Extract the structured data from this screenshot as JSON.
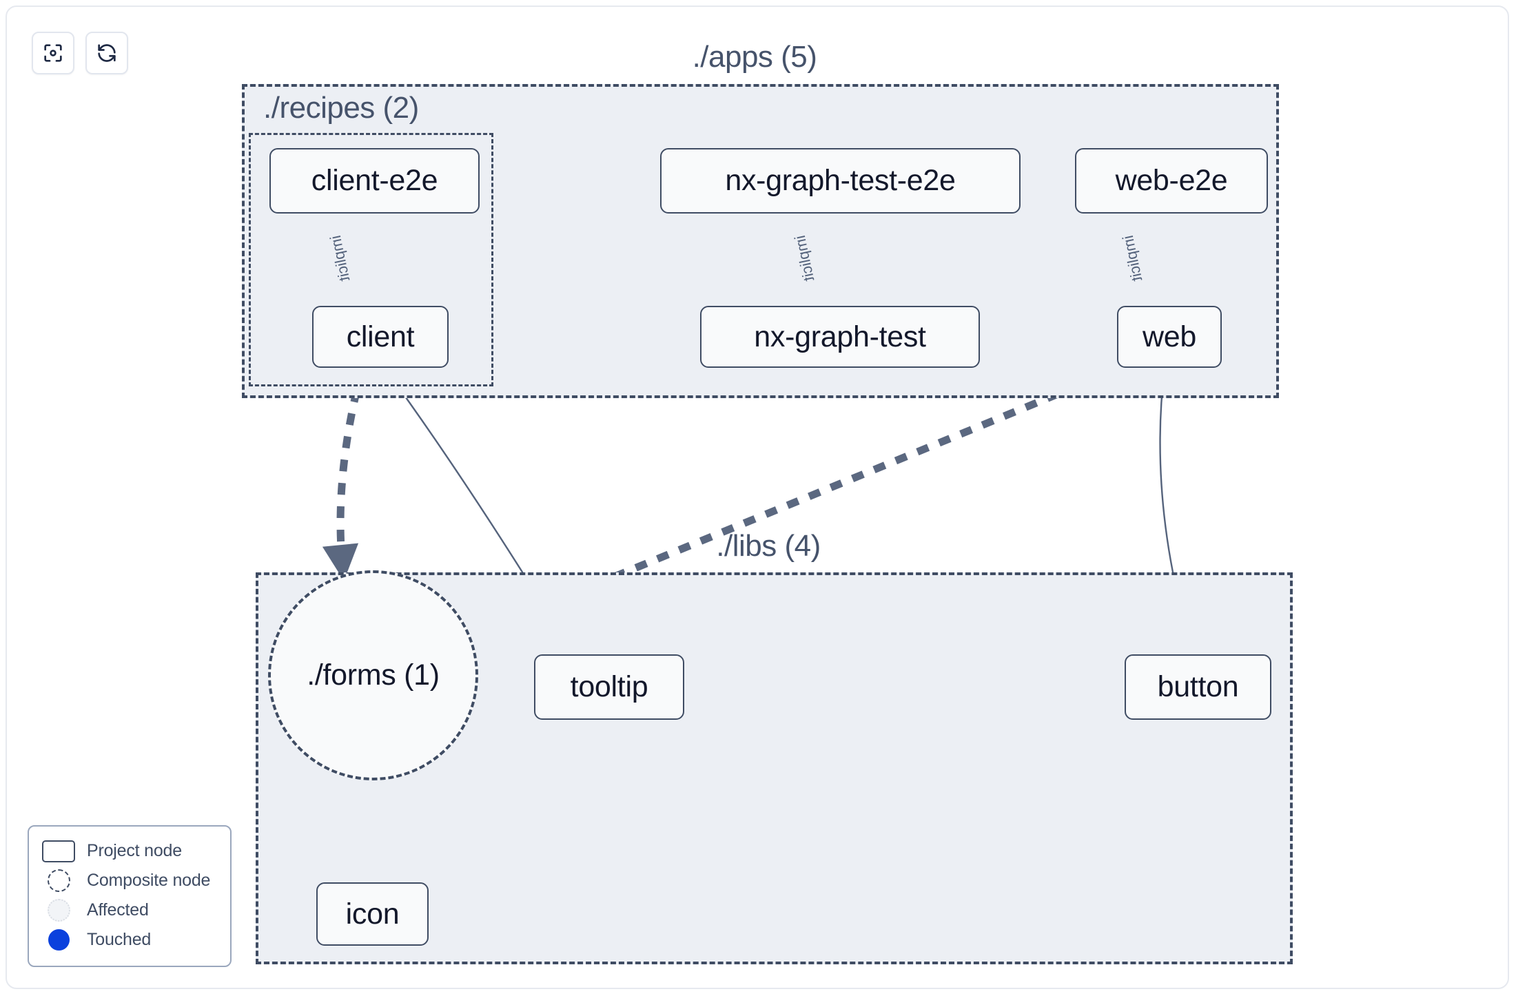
{
  "toolbar": {
    "buttons": [
      {
        "name": "focus-graph-button",
        "icon": "focus-target-icon",
        "label": ""
      },
      {
        "name": "refresh-graph-button",
        "icon": "refresh-icon",
        "label": ""
      }
    ]
  },
  "graph": {
    "groups": [
      {
        "id": "apps",
        "label": "./apps (5)",
        "count": 5
      },
      {
        "id": "recipes",
        "label": "./recipes (2)",
        "count": 2
      },
      {
        "id": "libs",
        "label": "./libs (4)",
        "count": 4
      }
    ],
    "nodes": [
      {
        "id": "client-e2e",
        "label": "client-e2e",
        "type": "project",
        "group": "recipes"
      },
      {
        "id": "client",
        "label": "client",
        "type": "project",
        "group": "recipes"
      },
      {
        "id": "nx-graph-test-e2e",
        "label": "nx-graph-test-e2e",
        "type": "project",
        "group": "apps"
      },
      {
        "id": "nx-graph-test",
        "label": "nx-graph-test",
        "type": "project",
        "group": "apps"
      },
      {
        "id": "web-e2e",
        "label": "web-e2e",
        "type": "project",
        "group": "apps"
      },
      {
        "id": "web",
        "label": "web",
        "type": "project",
        "group": "apps"
      },
      {
        "id": "forms",
        "label": "./forms (1)",
        "type": "composite",
        "group": "libs"
      },
      {
        "id": "tooltip",
        "label": "tooltip",
        "type": "project",
        "group": "libs"
      },
      {
        "id": "button",
        "label": "button",
        "type": "project",
        "group": "libs"
      },
      {
        "id": "icon",
        "label": "icon",
        "type": "project",
        "group": "libs"
      }
    ],
    "edges": [
      {
        "from": "client-e2e",
        "to": "client",
        "label": "implicit",
        "style": "thin-solid"
      },
      {
        "from": "nx-graph-test-e2e",
        "to": "nx-graph-test",
        "label": "implicit",
        "style": "thin-solid"
      },
      {
        "from": "web-e2e",
        "to": "web",
        "label": "implicit",
        "style": "thin-solid"
      },
      {
        "from": "client",
        "to": "forms",
        "label": "",
        "style": "thick-dashed"
      },
      {
        "from": "client",
        "to": "tooltip",
        "label": "",
        "style": "thin-solid"
      },
      {
        "from": "web",
        "to": "forms",
        "label": "",
        "style": "thick-dashed"
      },
      {
        "from": "web",
        "to": "button",
        "label": "",
        "style": "thin-solid"
      },
      {
        "from": "forms",
        "to": "icon",
        "label": "",
        "style": "thick-dashed"
      }
    ]
  },
  "legend": {
    "items": [
      {
        "swatch": "project-node-swatch",
        "label": "Project node"
      },
      {
        "swatch": "composite-node-swatch",
        "label": "Composite node"
      },
      {
        "swatch": "affected-swatch",
        "label": "Affected"
      },
      {
        "swatch": "touched-swatch",
        "label": "Touched"
      }
    ]
  },
  "colors": {
    "node_border": "#3f4c63",
    "node_fill": "#f9fafb",
    "group_fill": "#eceff4",
    "group_border": "#3f4c63",
    "edge": "#55637c",
    "touched": "#0b41dd",
    "text": "#13182b",
    "panel_border": "#e6e9ef"
  }
}
